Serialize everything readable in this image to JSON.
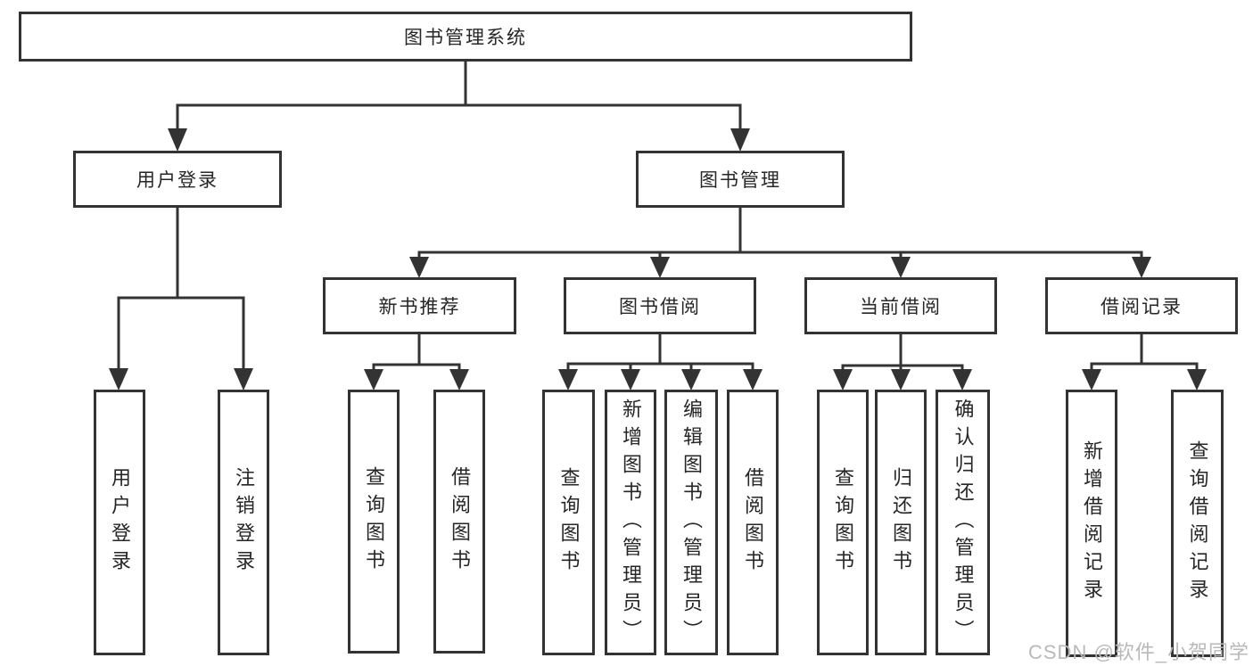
{
  "diagram": {
    "nodes": {
      "root": {
        "label": "图书管理系统"
      },
      "user_login": {
        "label": "用户登录"
      },
      "book_mgmt": {
        "label": "图书管理"
      },
      "new_book_rec": {
        "label": "新书推荐"
      },
      "book_borrow": {
        "label": "图书借阅"
      },
      "current_borrow": {
        "label": "当前借阅"
      },
      "borrow_records": {
        "label": "借阅记录"
      },
      "leaf_user_login": {
        "label": "用户登录"
      },
      "leaf_logout": {
        "label": "注销登录"
      },
      "leaf_nb_search": {
        "label": "查询图书"
      },
      "leaf_nb_borrow": {
        "label": "借阅图书"
      },
      "leaf_bb_search": {
        "label": "查询图书"
      },
      "leaf_bb_add": {
        "label": "新增图书（管理员）"
      },
      "leaf_bb_edit": {
        "label": "编辑图书（管理员）"
      },
      "leaf_bb_borrow": {
        "label": "借阅图书"
      },
      "leaf_cb_search": {
        "label": "查询图书"
      },
      "leaf_cb_return": {
        "label": "归还图书"
      },
      "leaf_cb_confirm": {
        "label": "确认归还（管理员）"
      },
      "leaf_br_add": {
        "label": "新增借阅记录"
      },
      "leaf_br_search": {
        "label": "查询借阅记录"
      }
    },
    "watermark": {
      "text": "CSDN @软件_小贺同学"
    }
  },
  "colors": {
    "line": "#333333",
    "text": "#262626",
    "watermark": "#b9b9b9",
    "background": "#ffffff"
  }
}
